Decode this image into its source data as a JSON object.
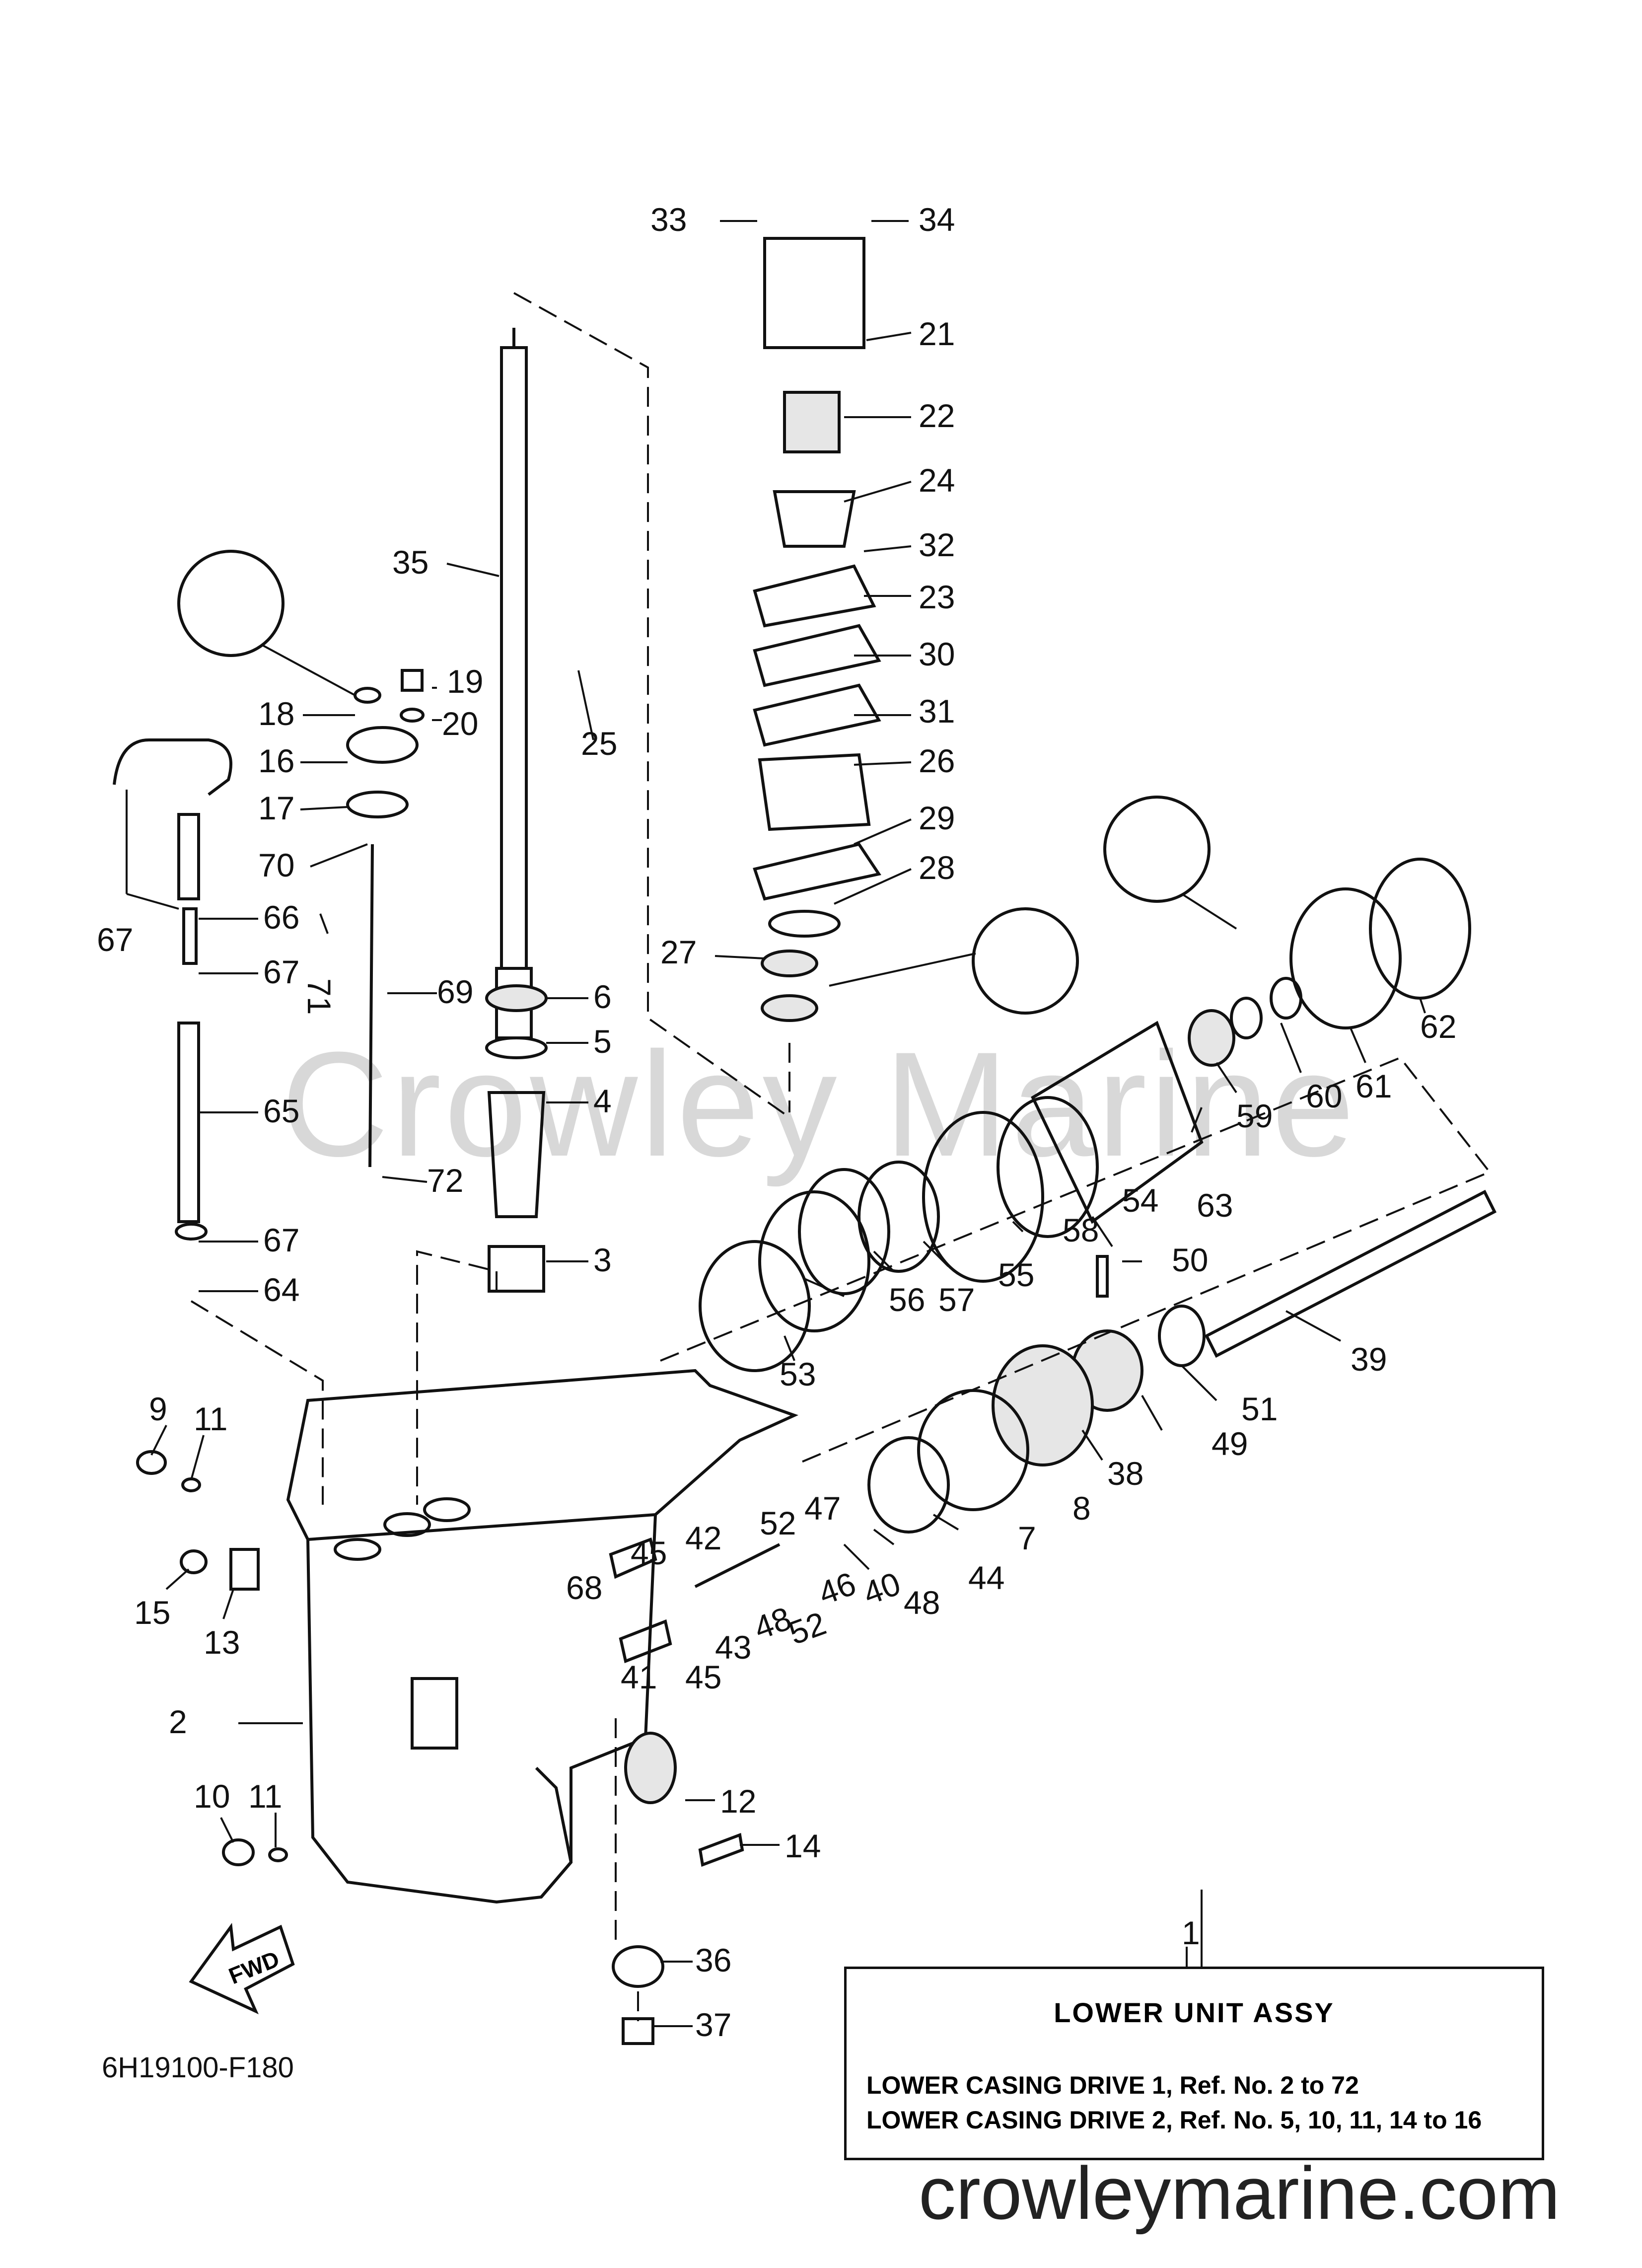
{
  "callouts": [
    "1",
    "2",
    "3",
    "4",
    "5",
    "6",
    "7",
    "8",
    "9",
    "10",
    "11",
    "11",
    "12",
    "13",
    "14",
    "15",
    "16",
    "17",
    "18",
    "19",
    "20",
    "21",
    "22",
    "23",
    "24",
    "25",
    "26",
    "27",
    "28",
    "29",
    "30",
    "31",
    "32",
    "33",
    "34",
    "35",
    "36",
    "37",
    "38",
    "39",
    "40",
    "41",
    "42",
    "43",
    "44",
    "45",
    "45",
    "46",
    "47",
    "48",
    "48",
    "49",
    "50",
    "51",
    "52",
    "52",
    "53",
    "54",
    "55",
    "56",
    "57",
    "58",
    "59",
    "60",
    "61",
    "62",
    "63",
    "64",
    "65",
    "66",
    "67",
    "67",
    "67",
    "68",
    "69",
    "70",
    "71",
    "72"
  ],
  "fwd_label": "FWD",
  "drawing_code": "6H19100-F180",
  "title_box": {
    "title": "LOWER UNIT ASSY",
    "line1": "LOWER CASING DRIVE 1,  Ref. No. 2 to 72",
    "line2": "LOWER CASING DRIVE 2,  Ref. No. 5, 10, 11, 14 to 16"
  },
  "watermark": "Crowley Marine",
  "site": "crowleymarine.com"
}
